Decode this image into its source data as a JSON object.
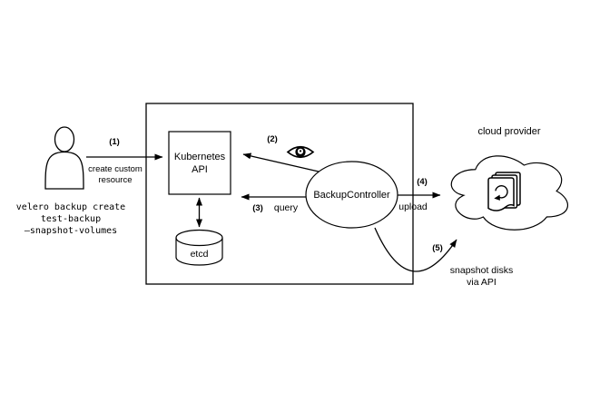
{
  "actor": {
    "command_lines": [
      "velero backup create",
      "test-backup",
      "—snapshot-volumes"
    ]
  },
  "nodes": {
    "kubernetes_api": {
      "label_lines": [
        "Kubernetes",
        "API"
      ]
    },
    "etcd": {
      "label": "etcd"
    },
    "backup_controller": {
      "label": "BackupController"
    },
    "cloud_provider": {
      "label": "cloud provider"
    }
  },
  "steps": [
    {
      "num": "(1)",
      "labels": [
        "create custom",
        "resource"
      ]
    },
    {
      "num": "(2)",
      "labels": []
    },
    {
      "num": "(3)",
      "labels": [
        "query"
      ]
    },
    {
      "num": "(4)",
      "labels": [
        "upload"
      ]
    },
    {
      "num": "(5)",
      "labels": [
        "snapshot disks",
        "via API"
      ]
    }
  ],
  "icons": {
    "actor": "person-icon",
    "watch": "eye-icon",
    "cloud_content": "stacked-backup-pages-with-restore-arrow-icon"
  },
  "colors": {
    "stroke": "#000000",
    "fill": "#ffffff",
    "text": "#000000",
    "background": "#ffffff"
  }
}
